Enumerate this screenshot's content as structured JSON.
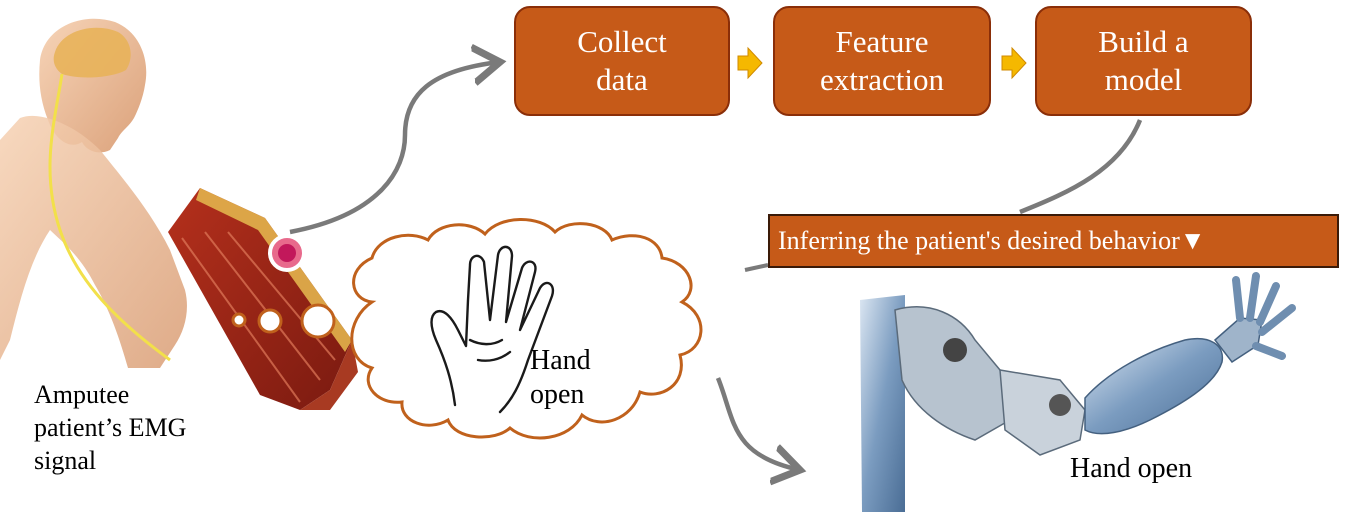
{
  "pipeline": {
    "steps": [
      {
        "label": "Collect\ndata"
      },
      {
        "label": "Feature\nextraction"
      },
      {
        "label": "Build a\nmodel"
      }
    ]
  },
  "banner": {
    "text": "Inferring the patient's desired behavior▼"
  },
  "labels": {
    "patient": "Amputee\npatient’s EMG\nsignal",
    "thought": "Hand\nopen",
    "robot": "Hand open"
  },
  "colors": {
    "step_fill": "#c65a18",
    "step_border": "#8a2e08",
    "arrow_gray": "#7a7a7a",
    "cloud_border": "#c0611c",
    "small_arrow": "#f5b800"
  },
  "icons": {
    "patient": "human-anatomy-figure-icon",
    "emg_sensor": "emg-sensor-icon",
    "hand": "open-hand-sketch-icon",
    "robot": "robotic-arm-icon"
  }
}
